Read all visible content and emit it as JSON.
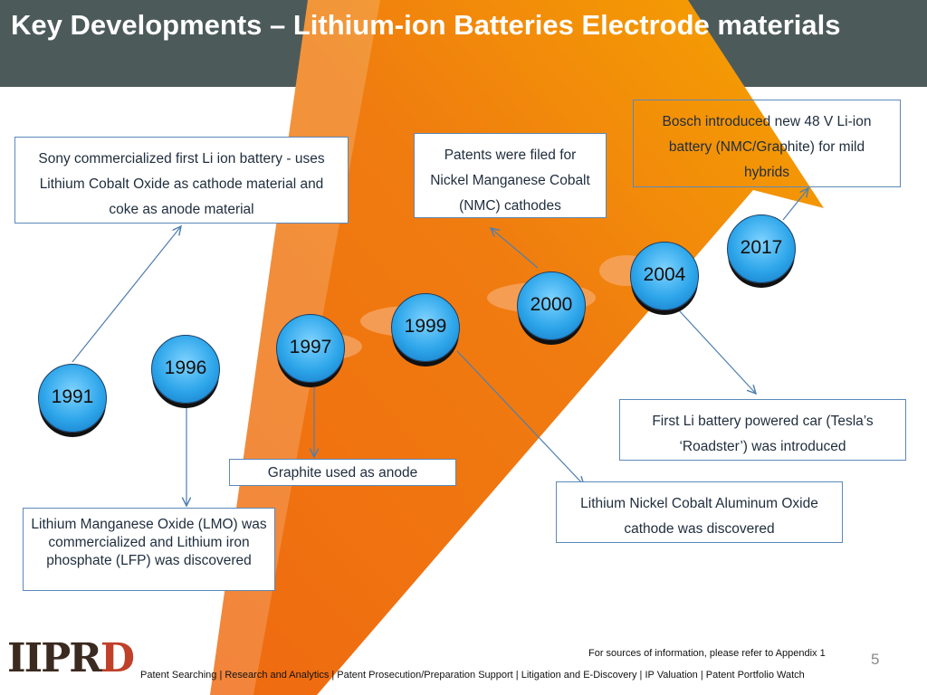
{
  "title": "Key Developments – Lithium-ion Batteries Electrode materials",
  "colors": {
    "header": "#4d5a5a",
    "arrow_orange": "#f07c10",
    "arrow_deep": "#e05a0e",
    "box_border": "#5b89b9",
    "bubble": "#2ea6ea"
  },
  "years": [
    "1991",
    "1996",
    "1997",
    "1999",
    "2000",
    "2004",
    "2017"
  ],
  "events": {
    "sony": "Sony commercialized first Li ion battery  - uses Lithium Cobalt Oxide as cathode material  and coke as anode material",
    "lmo": "Lithium Manganese Oxide (LMO) was commercialized and Lithium iron phosphate (LFP) was discovered",
    "graphite": "Graphite used as anode",
    "nmc": "Patents were filed  for Nickel Manganese Cobalt (NMC) cathodes",
    "nca": "Lithium Nickel Cobalt Aluminum Oxide cathode  was discovered",
    "tesla": "First Li battery powered car (Tesla’s ‘Roadster’) was introduced",
    "bosch": "Bosch introduced new 48 V Li-ion battery (NMC/Graphite) for mild hybrids"
  },
  "footer": {
    "logo_main": "IIPR",
    "logo_accent": "D",
    "services": "Patent Searching | Research and Analytics | Patent Prosecution/Preparation Support | Litigation and E-Discovery | IP Valuation |  Patent Portfolio Watch",
    "sources_note": "For sources of information, please refer to Appendix 1",
    "page_number": "5"
  }
}
